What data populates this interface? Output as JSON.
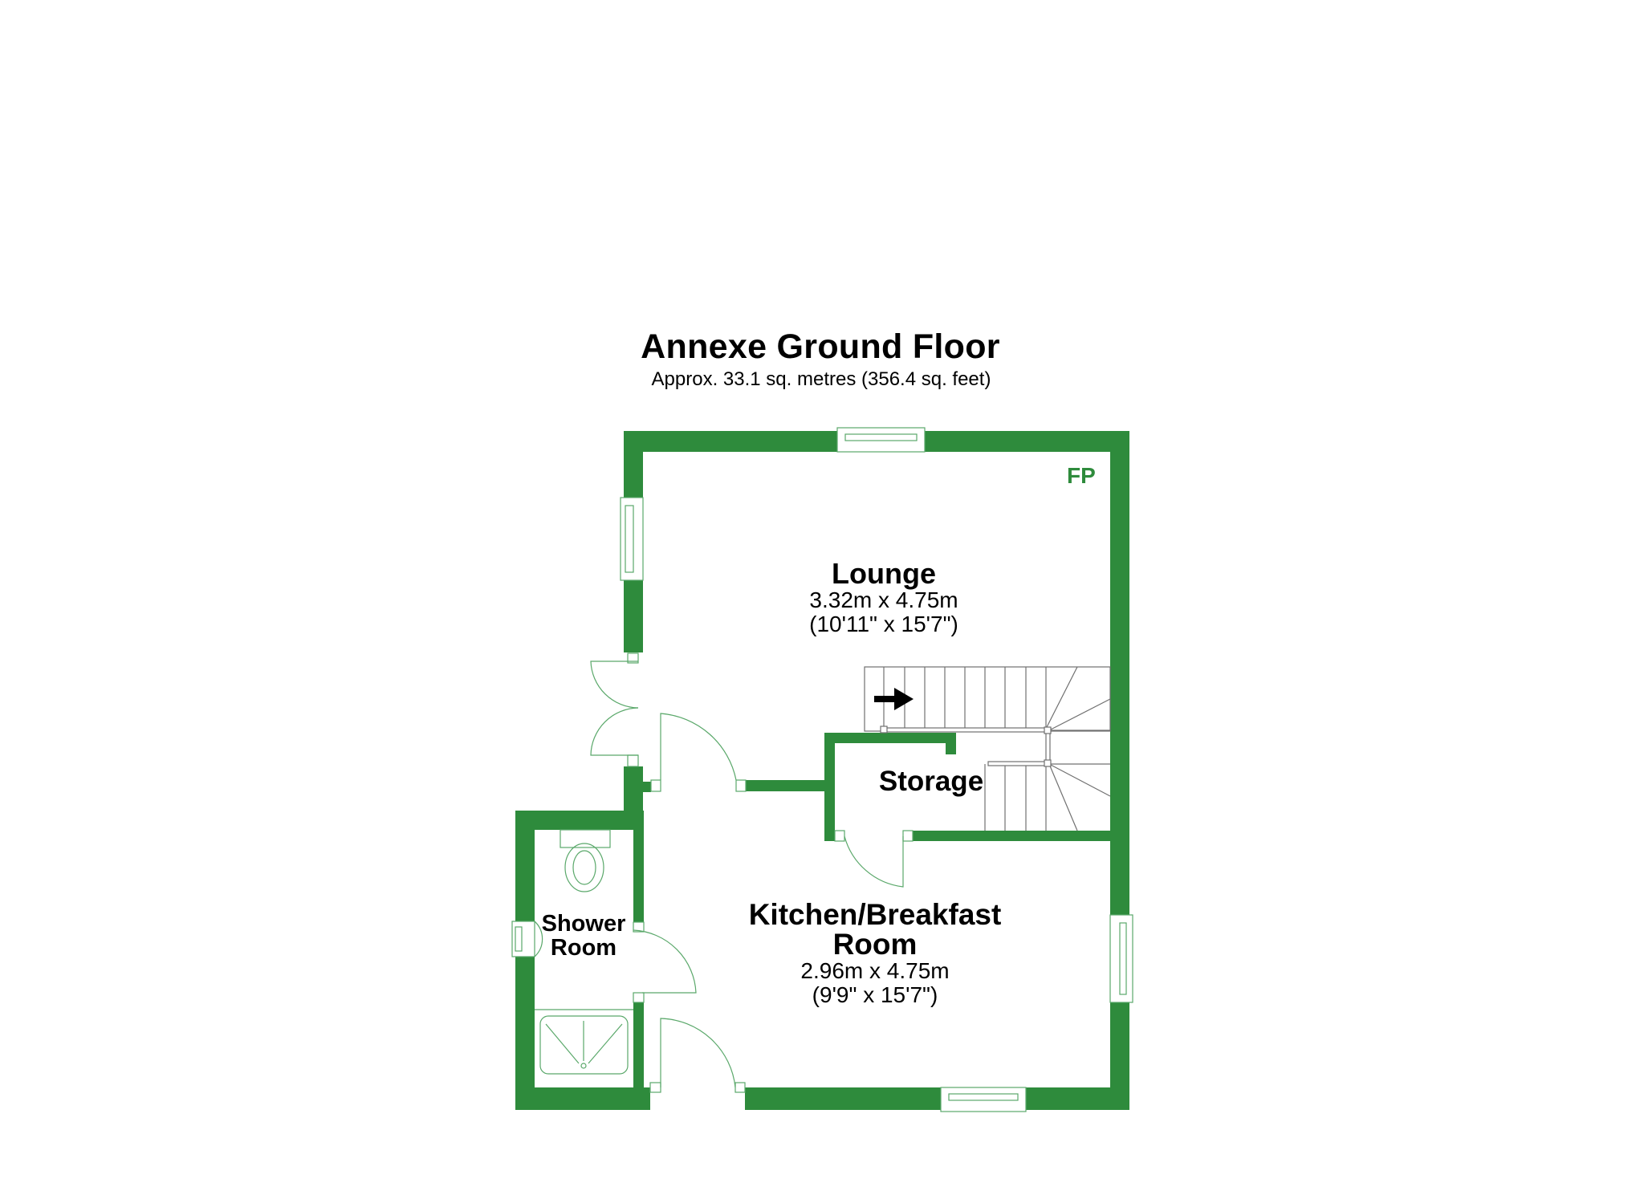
{
  "header": {
    "title": "Annexe Ground Floor",
    "subtitle": "Approx. 33.1 sq. metres (356.4 sq. feet)"
  },
  "colors": {
    "wall": "#2e8b3c",
    "fixture_line": "#5aa86a",
    "stair_line": "#707070",
    "text": "#000000",
    "fp_text": "#2e8b3c"
  },
  "rooms": [
    {
      "name": "Lounge",
      "dim_metric": "3.32m x 4.75m",
      "dim_imperial": "(10'11\" x 15'7\")"
    },
    {
      "name": "Storage"
    },
    {
      "name_line1": "Kitchen/Breakfast",
      "name_line2": "Room",
      "dim_metric": "2.96m x 4.75m",
      "dim_imperial": "(9'9\" x 15'7\")"
    },
    {
      "name_line1": "Shower",
      "name_line2": "Room"
    }
  ],
  "annotations": {
    "fp_label": "FP",
    "stair_arrow": "stairs-direction-arrow"
  }
}
